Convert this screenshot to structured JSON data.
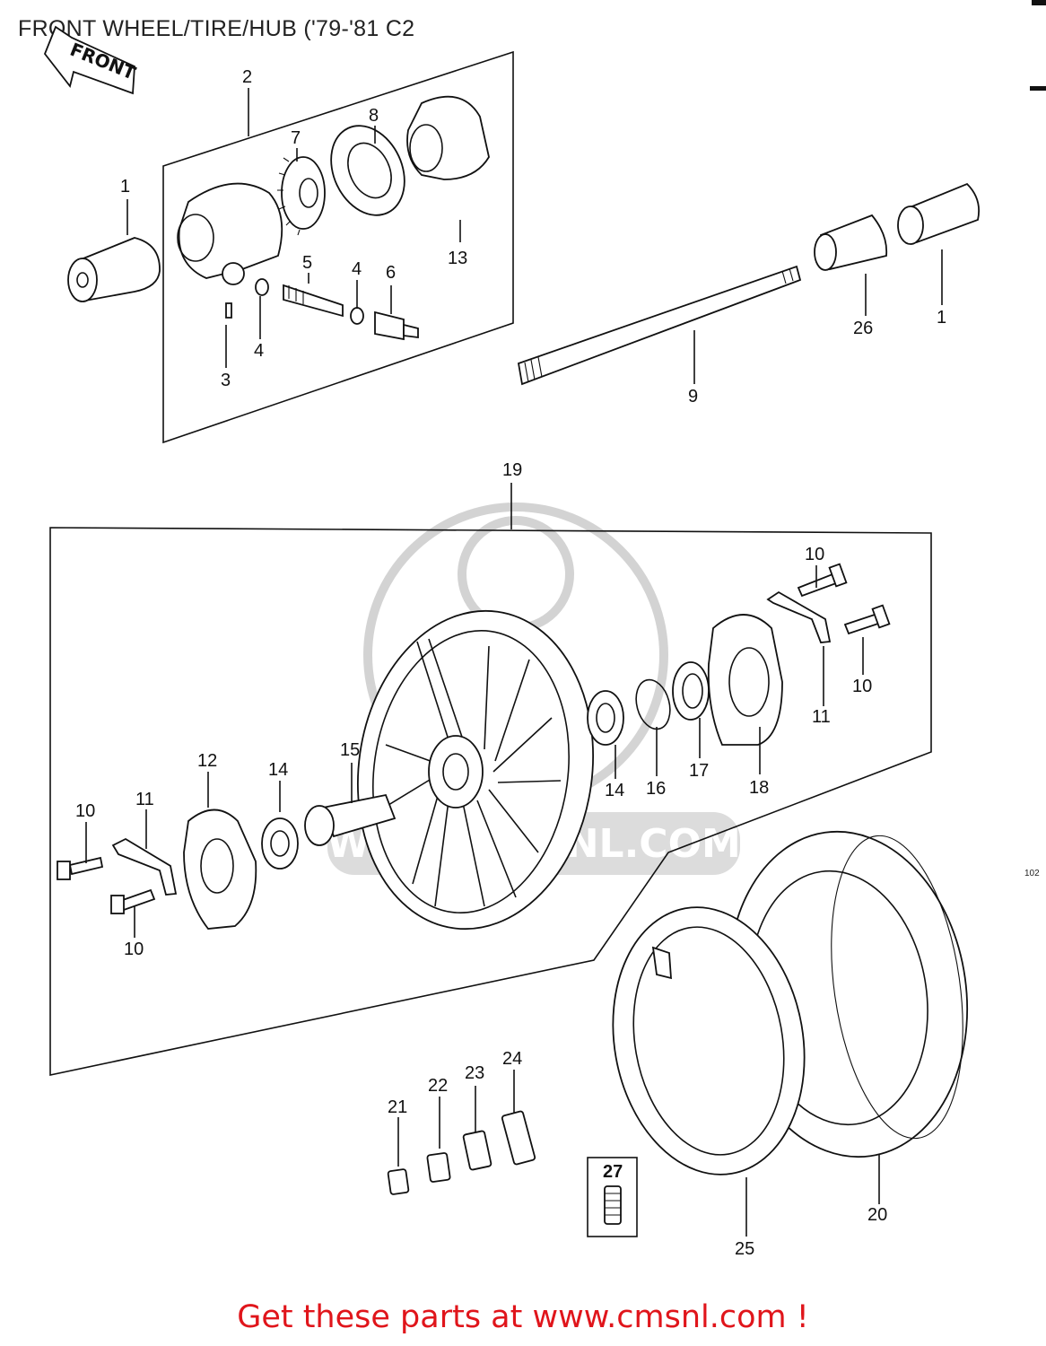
{
  "header": {
    "title": "FRONT WHEEL/TIRE/HUB ('79-'81 C2"
  },
  "front_badge": "FRONT",
  "side_code": "102",
  "footer": {
    "promo": "Get these parts at www.cmsnl.com !"
  },
  "watermark": {
    "text": "WWW.CMSNL.COM"
  },
  "callouts": [
    "1",
    "2",
    "7",
    "8",
    "13",
    "5",
    "4",
    "6",
    "3",
    "4",
    "26",
    "1",
    "9",
    "19",
    "10",
    "10",
    "11",
    "18",
    "17",
    "16",
    "14",
    "15",
    "14",
    "12",
    "11",
    "10",
    "10",
    "20",
    "25",
    "21",
    "22",
    "23",
    "24",
    "27"
  ],
  "colors": {
    "promo_text": "#e0151b",
    "line_art": "#111111",
    "watermark": "#cfcfcf"
  }
}
